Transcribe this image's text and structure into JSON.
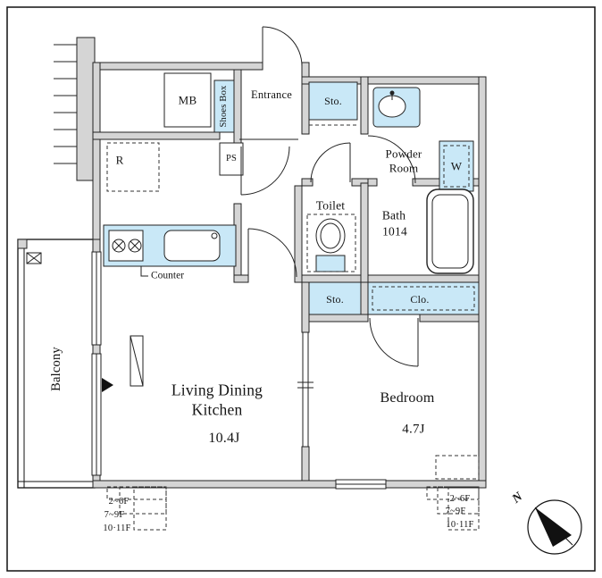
{
  "labels": {
    "mb": "MB",
    "shoes_box": "Shoes Box",
    "entrance": "Entrance",
    "storage_top": "Sto.",
    "powder_line1": "Powder",
    "powder_line2": "Room",
    "washer": "W",
    "fridge": "R",
    "pipe_space": "PS",
    "toilet": "Toilet",
    "bath_line1": "Bath",
    "bath_line2": "1014",
    "counter": "Counter",
    "storage_mid": "Sto.",
    "closet": "Clo.",
    "ldk_line1": "Living Dining",
    "ldk_line2": "Kitchen",
    "ldk_size": "10.4J",
    "bedroom": "Bedroom",
    "bedroom_size": "4.7J",
    "balcony": "Balcony",
    "compass_north": "N"
  },
  "floor_notes_left": [
    "2~6F",
    "7~9F",
    "10·11F"
  ],
  "floor_notes_right": [
    "2~6F",
    "7~9F",
    "10·11F"
  ],
  "colors": {
    "wall": "#d5d5d5",
    "fixture": "#c9e8f7",
    "line": "#222222",
    "background": "#ffffff"
  }
}
